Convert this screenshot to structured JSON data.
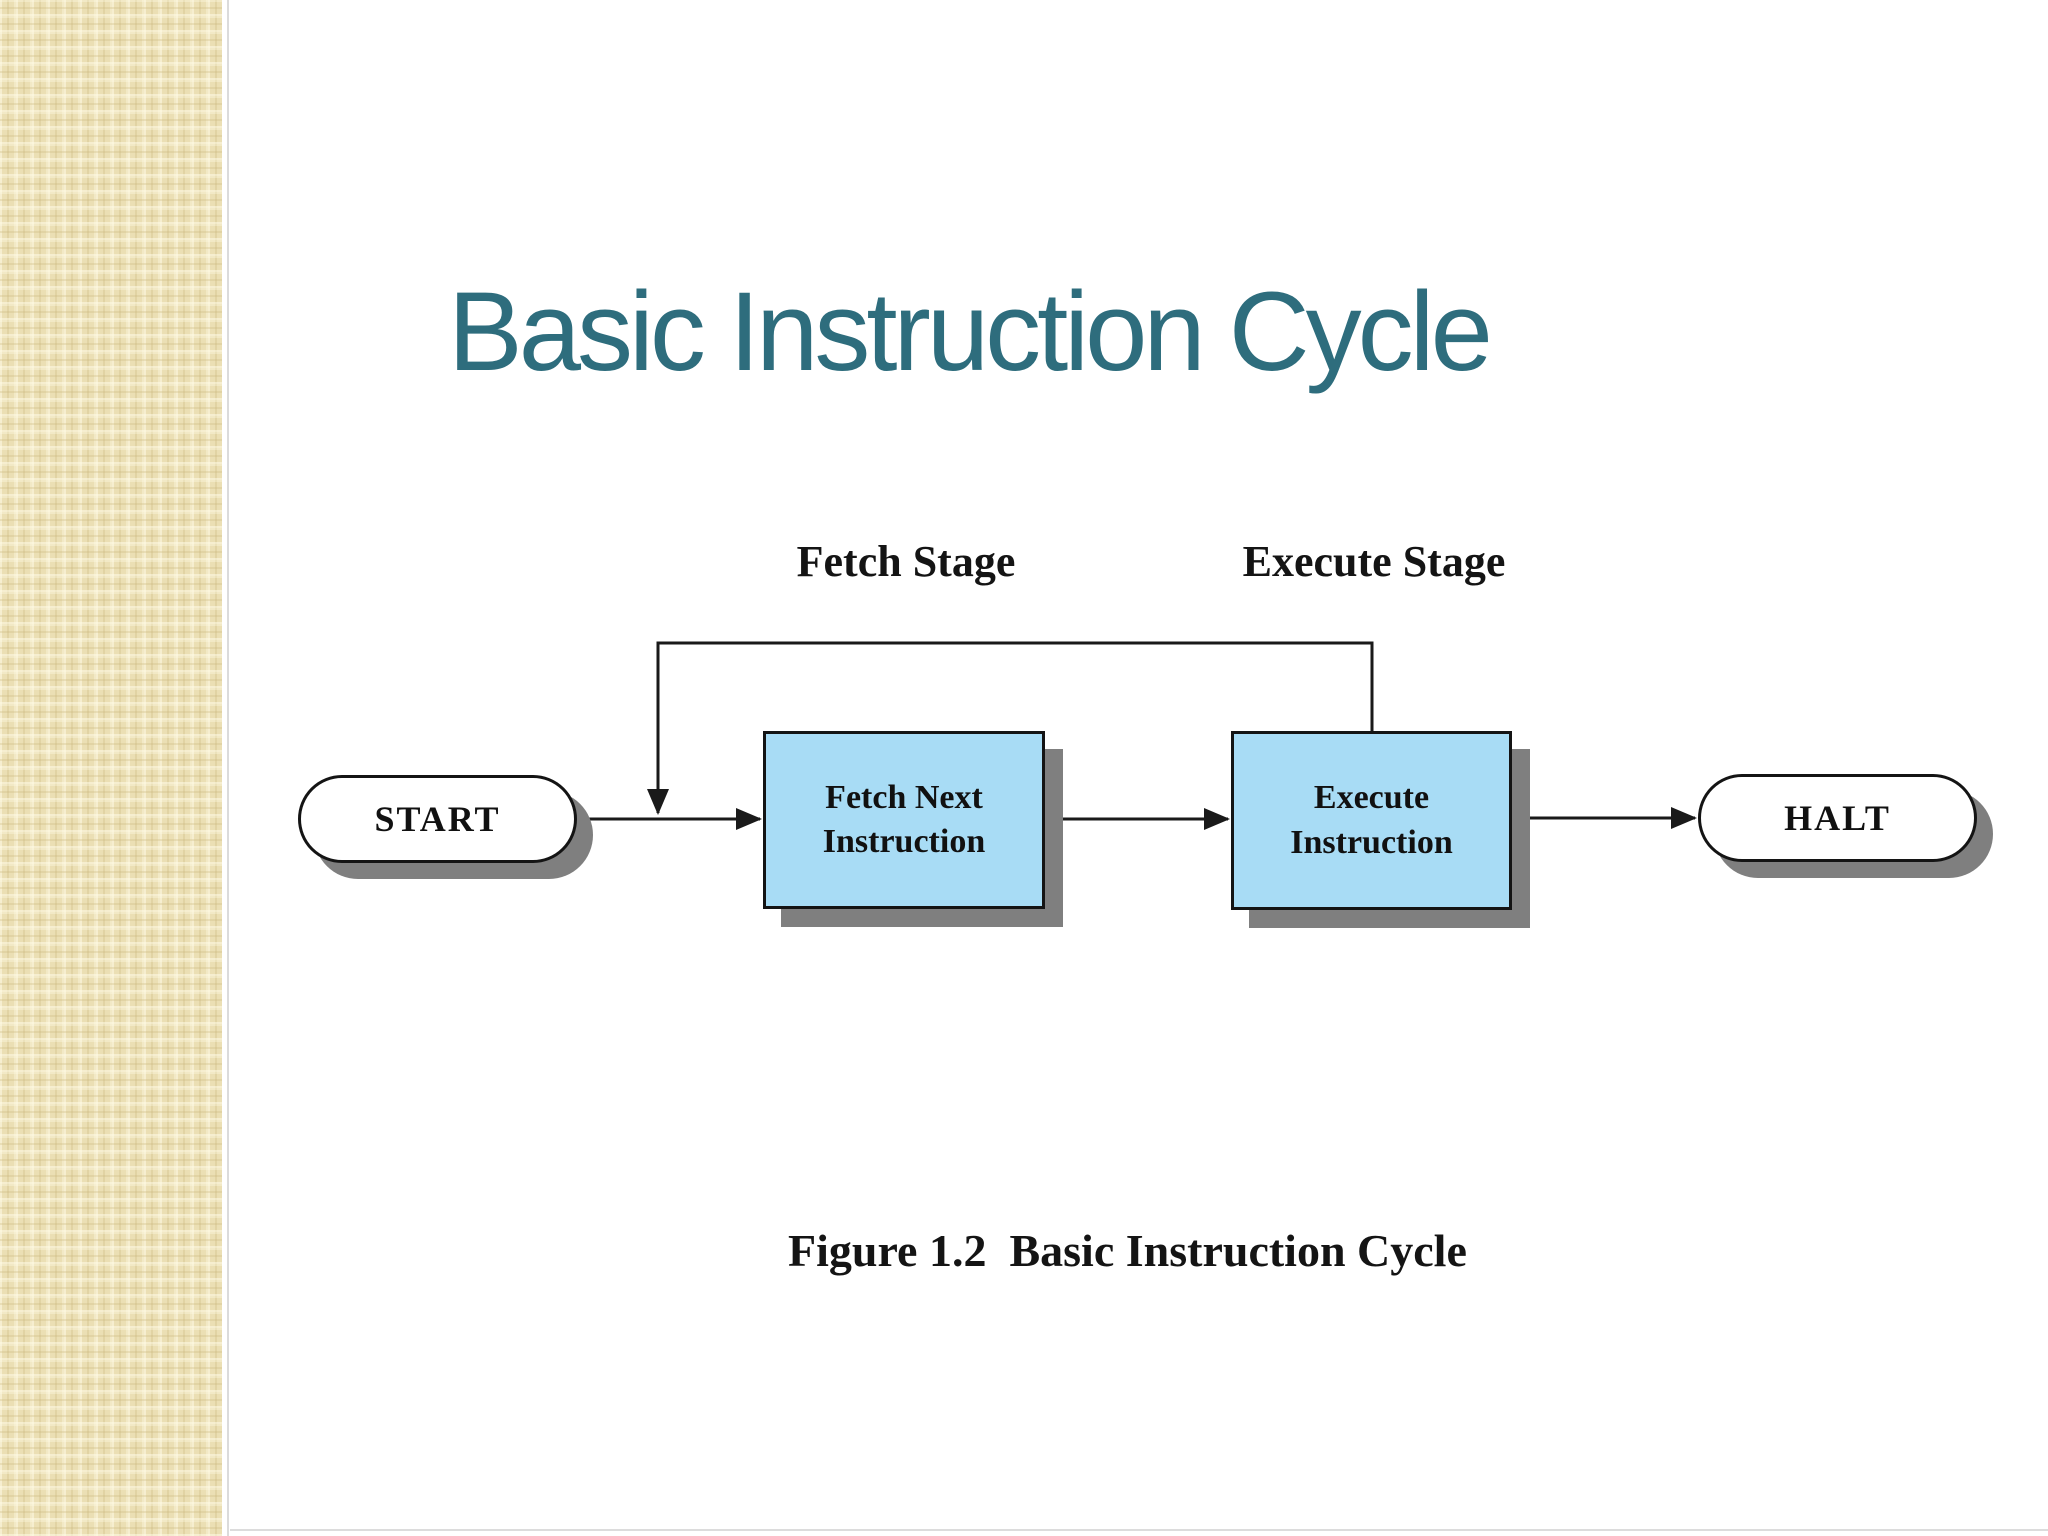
{
  "slide": {
    "title": "Basic Instruction Cycle",
    "caption": "Figure 1.2  Basic Instruction Cycle",
    "background_color": "#FFFFFF",
    "sidebar_color": "#EBDFB4",
    "title_color": "#2E6D7D"
  },
  "diagram": {
    "stage_labels": {
      "fetch": "Fetch Stage",
      "execute": "Execute Stage"
    },
    "nodes": {
      "start": {
        "label": "START",
        "shape": "terminator"
      },
      "fetch": {
        "label": "Fetch Next Instruction",
        "shape": "process"
      },
      "execute": {
        "label": "Execute Instruction",
        "shape": "process"
      },
      "halt": {
        "label": "HALT",
        "shape": "terminator"
      }
    },
    "edges": [
      {
        "from": "start",
        "to": "fetch"
      },
      {
        "from": "fetch",
        "to": "execute"
      },
      {
        "from": "execute",
        "to": "halt"
      },
      {
        "from": "execute",
        "to": "fetch",
        "kind": "feedback-loop"
      }
    ],
    "colors": {
      "process_fill": "#A8DCF5",
      "terminator_fill": "#FFFFFF",
      "shadow": "#7F7F7F",
      "line": "#1A1A1A"
    }
  }
}
